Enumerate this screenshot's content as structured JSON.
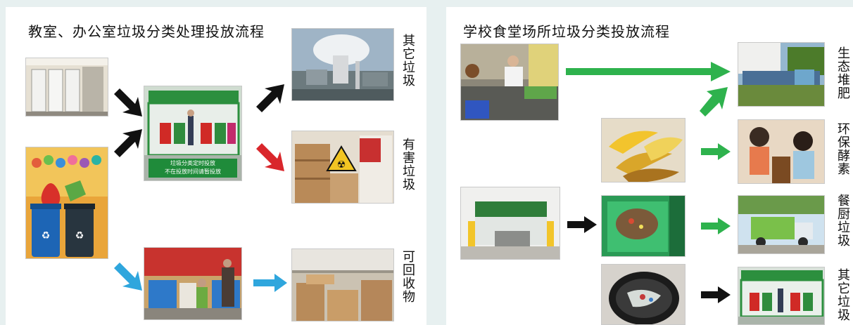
{
  "left_panel": {
    "title": "教室、办公室垃圾分类处理投放流程",
    "labels": {
      "other_waste": "其它垃圾",
      "hazardous_waste": "有害垃圾",
      "recyclable": "可回收物"
    },
    "station_sign": [
      "垃圾分类定时投放",
      "不在投放时间请暂投放"
    ]
  },
  "right_panel": {
    "title": "学校食堂场所垃圾分类投放流程",
    "labels": {
      "compost": "生态堆肥",
      "enzyme": "环保酵素",
      "kitchen_waste": "餐厨垃圾",
      "other_waste": "其它垃圾"
    }
  },
  "colors": {
    "black_arrow": "#111111",
    "red_arrow": "#d9262b",
    "blue_arrow": "#2fa6dd",
    "green_arrow": "#2eb24d",
    "sign_green": "#1f8b3a"
  }
}
